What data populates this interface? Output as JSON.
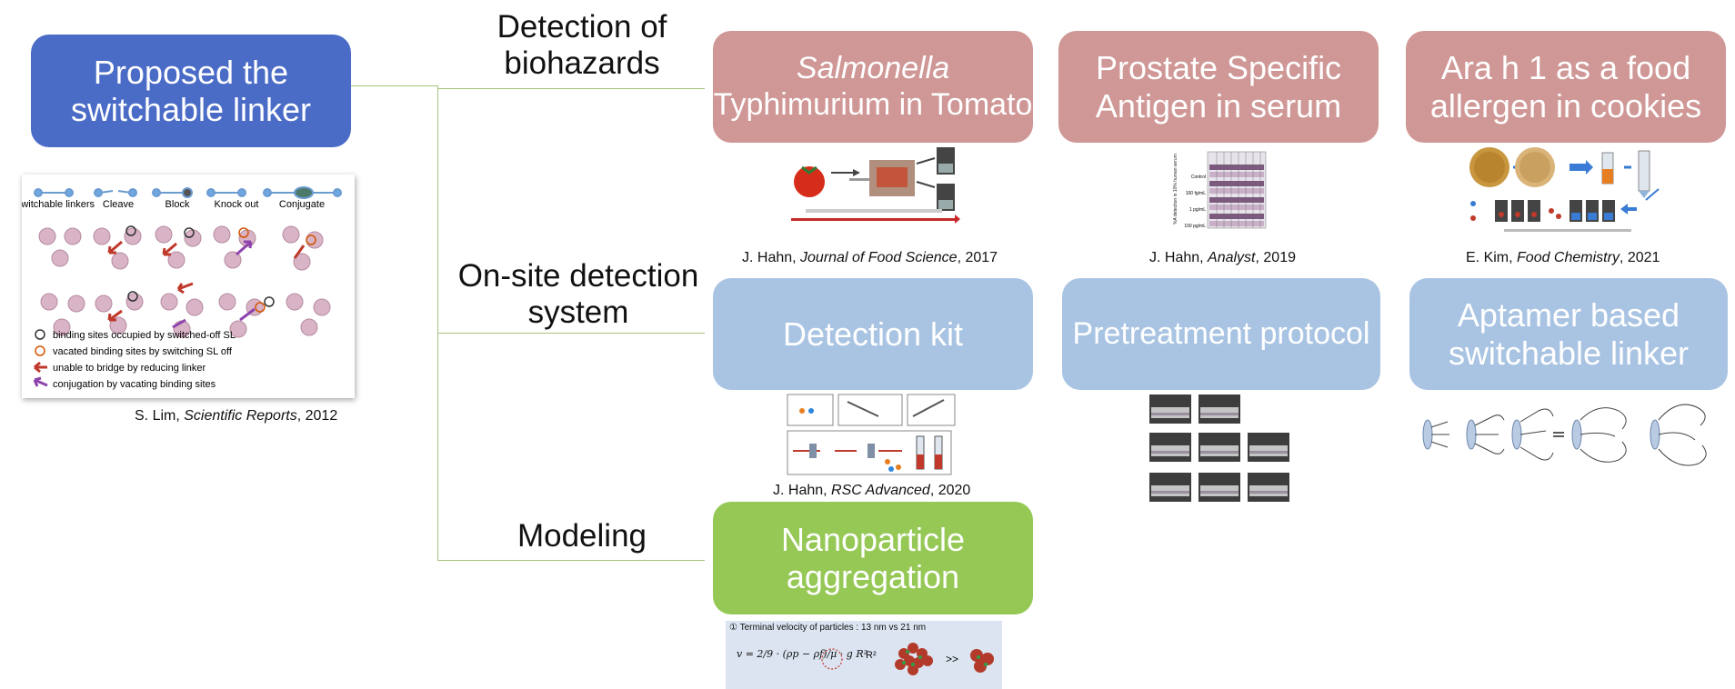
{
  "root": {
    "title_line1": "Proposed the",
    "title_line2": "switchable linker",
    "citation_author": "S. Lim, ",
    "citation_journal": "Scientific Reports",
    "citation_year": ", 2012",
    "figure": {
      "headers": [
        "Switchable linkers",
        "Cleave",
        "Block",
        "Knock out",
        "Conjugate"
      ],
      "legend": [
        "binding sites occupied by switched-off SL",
        "vacated binding sites by switching SL off",
        "unable to bridge by reducing linker",
        "conjugation by vacating binding sites"
      ]
    }
  },
  "branches": {
    "biohazards_line1": "Detection of",
    "biohazards_line2": "biohazards",
    "onsite_line1": "On-site detection",
    "onsite_line2": "system",
    "modeling": "Modeling"
  },
  "row1": [
    {
      "line1": "Salmonella",
      "line2": "Typhimurium in Tomato",
      "author": "J. Hahn, ",
      "journal": "Journal of Food Science",
      "year": ", 2017"
    },
    {
      "line1": "Prostate Specific",
      "line2": "Antigen in serum",
      "author": "J. Hahn, ",
      "journal": "Analyst",
      "year": ", 2019"
    },
    {
      "line1": "Ara h 1 as a food",
      "line2": "allergen in cookies",
      "author": "E. Kim, ",
      "journal": "Food Chemistry",
      "year": ", 2021"
    }
  ],
  "row2": [
    {
      "line1": "Detection kit",
      "author": "J. Hahn, ",
      "journal": "RSC Advanced",
      "year": ", 2020"
    },
    {
      "line1": "Pretreatment protocol"
    },
    {
      "line1": "Aptamer based",
      "line2": "switchable linker"
    }
  ],
  "row3": {
    "line1": "Nanoparticle",
    "line2": "aggregation",
    "formula_title": "① Terminal velocity of particles : 13 nm  vs  21 nm",
    "formula": "v = 2/9 · (ρp − ρf)/μ · g R²",
    "r2": "R²",
    "compare": ">>"
  },
  "psa_figure": {
    "rows": [
      "Control",
      "100 fg/mL",
      "1 pg/mL",
      "100 pg/mL"
    ],
    "ylabel": "%A detection in 10% human serum"
  },
  "colors": {
    "blue_dark": "#4a6cc7",
    "rose": "#cf9795",
    "blue_light": "#a9c4e3",
    "green": "#95c855",
    "connector": "#a9c27b"
  }
}
